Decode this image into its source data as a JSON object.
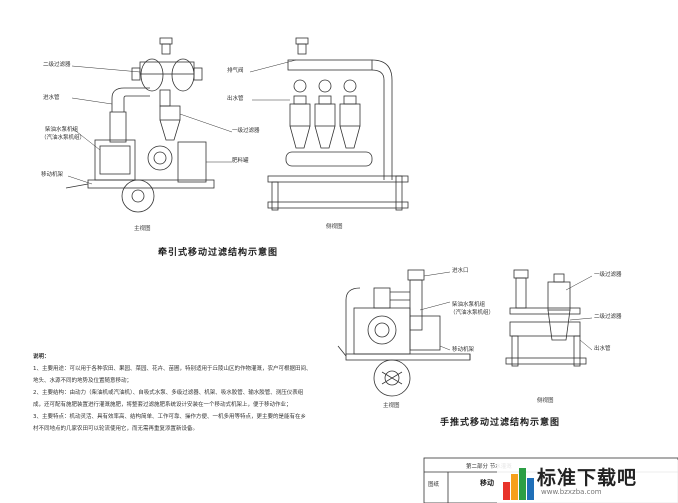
{
  "labels": {
    "secondary_filter": "二级过滤器",
    "outlet_pipe": "进水管",
    "diesel_pump": "柴油水泵机组",
    "diesel_pump_note": "（汽油水泵机组）",
    "first_filter": "一级过滤器",
    "mobile_frame": "移动机架",
    "fertilizer_tank": "肥料罐",
    "exhaust_valve": "排气阀",
    "water_pipe": "出水管",
    "inlet": "进水口",
    "diesel_pump2": "柴油水泵机组",
    "diesel_pump2_note": "（汽油水泵机组）",
    "mobile_frame2": "移动机架",
    "first_filter2": "一级过滤器",
    "second_filter2": "二级过滤器",
    "water_outlet2": "出水管"
  },
  "views": {
    "main_view_1": "主视图",
    "side_view_1": "侧视图",
    "main_view_2": "主视图",
    "side_view_2": "侧视图"
  },
  "captions": {
    "towed": "牵引式移动过滤结构示意图",
    "push": "手推式移动过滤结构示意图"
  },
  "notes": {
    "heading": "说明：",
    "items": [
      "1、主要用途：可以用于各种农田、果园、菜园、花卉、苗圃，特别适用于丘陵山区的作物灌溉，农户可根据田间、",
      "地头、水源不同的地势及位置随意移动；",
      "2、主要结构：由动力（柴油机或汽油机）、自吸式水泵、多级过滤器、机架、吸水胶管、输水胶管、测压仪表组",
      "成，还可配有施肥装置进行灌溉施肥，将整套过滤施肥系统设计安装在一个移动式机架上，便于移动作业；",
      "3、主要特点：机动灵活、具有效率高、结构简单、工作可靠、操作方便、一机多用等特点，更主要的是能有在乡",
      "村不同地点的几家农田可以轮流使用它，而无需再重复添置新设备。"
    ]
  },
  "title_block": {
    "part": "第二部分 节水灌溉",
    "drawing_label": "图纸",
    "drawing_name": "移动"
  },
  "watermark": {
    "text": "标准下载吧",
    "url": "www.bzxzba.com",
    "colors": [
      "#e8332a",
      "#f6a01a",
      "#2c9f45",
      "#1f6fb8"
    ]
  }
}
